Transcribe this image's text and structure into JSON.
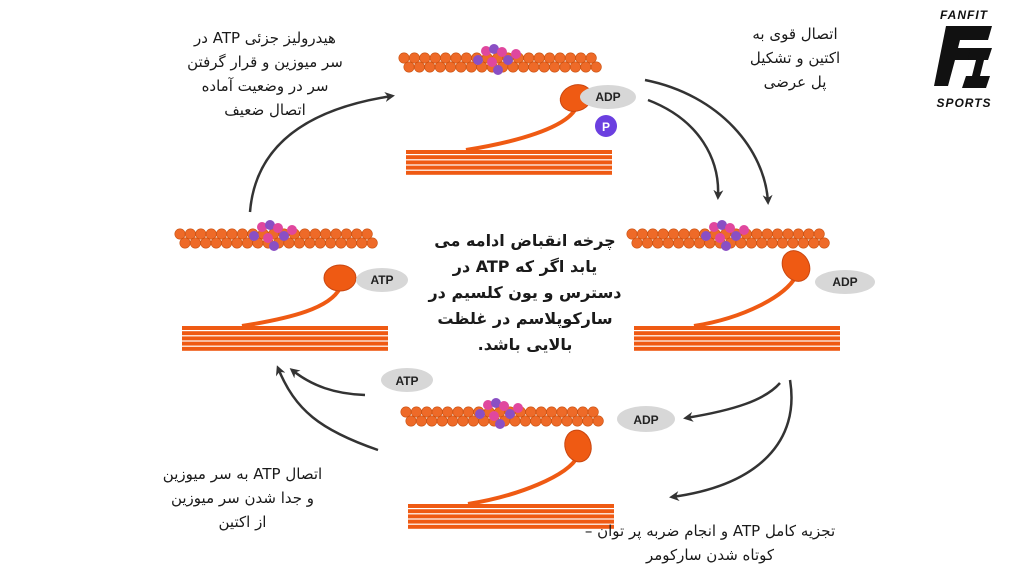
{
  "logo": {
    "top_text": "FANFIT",
    "bottom_text": "SPORTS"
  },
  "labels": {
    "top_left": "هیدرولیز جزئی ATP در\nسر میوزین و قرار گرفتن\nسر در وضعیت آماده\nاتصال ضعیف",
    "top_right": "اتصال قوی به\nاکتین و تشکیل\nپل عرضی",
    "center": "چرخه انقباض ادامه می\nیابد اگر که ATP در\nدسترس و یون کلسیم در\nسارکوپلاسم در غلظت\nبالایی باشد.",
    "bottom_left": "اتصال ATP به سر میوزین\nو جدا شدن سر میوزین\nاز اکتین",
    "bottom_right": "تجزیه کامل ATP و انجام ضربه پر توان –\nکوتاه شدن سارکومر"
  },
  "molecules": {
    "adp": "ADP",
    "phosphate": "P",
    "atp": "ATP"
  },
  "colors": {
    "myosin": "#ef5a13",
    "myosin_stroke": "#c94610",
    "actin": "#ee6a28",
    "troponin_pink": "#e0479e",
    "troponin_purple": "#8a4fc4",
    "molecule_gray": "#d7d7d7",
    "phosphate": "#6b3fe0",
    "arrow": "#333333"
  }
}
